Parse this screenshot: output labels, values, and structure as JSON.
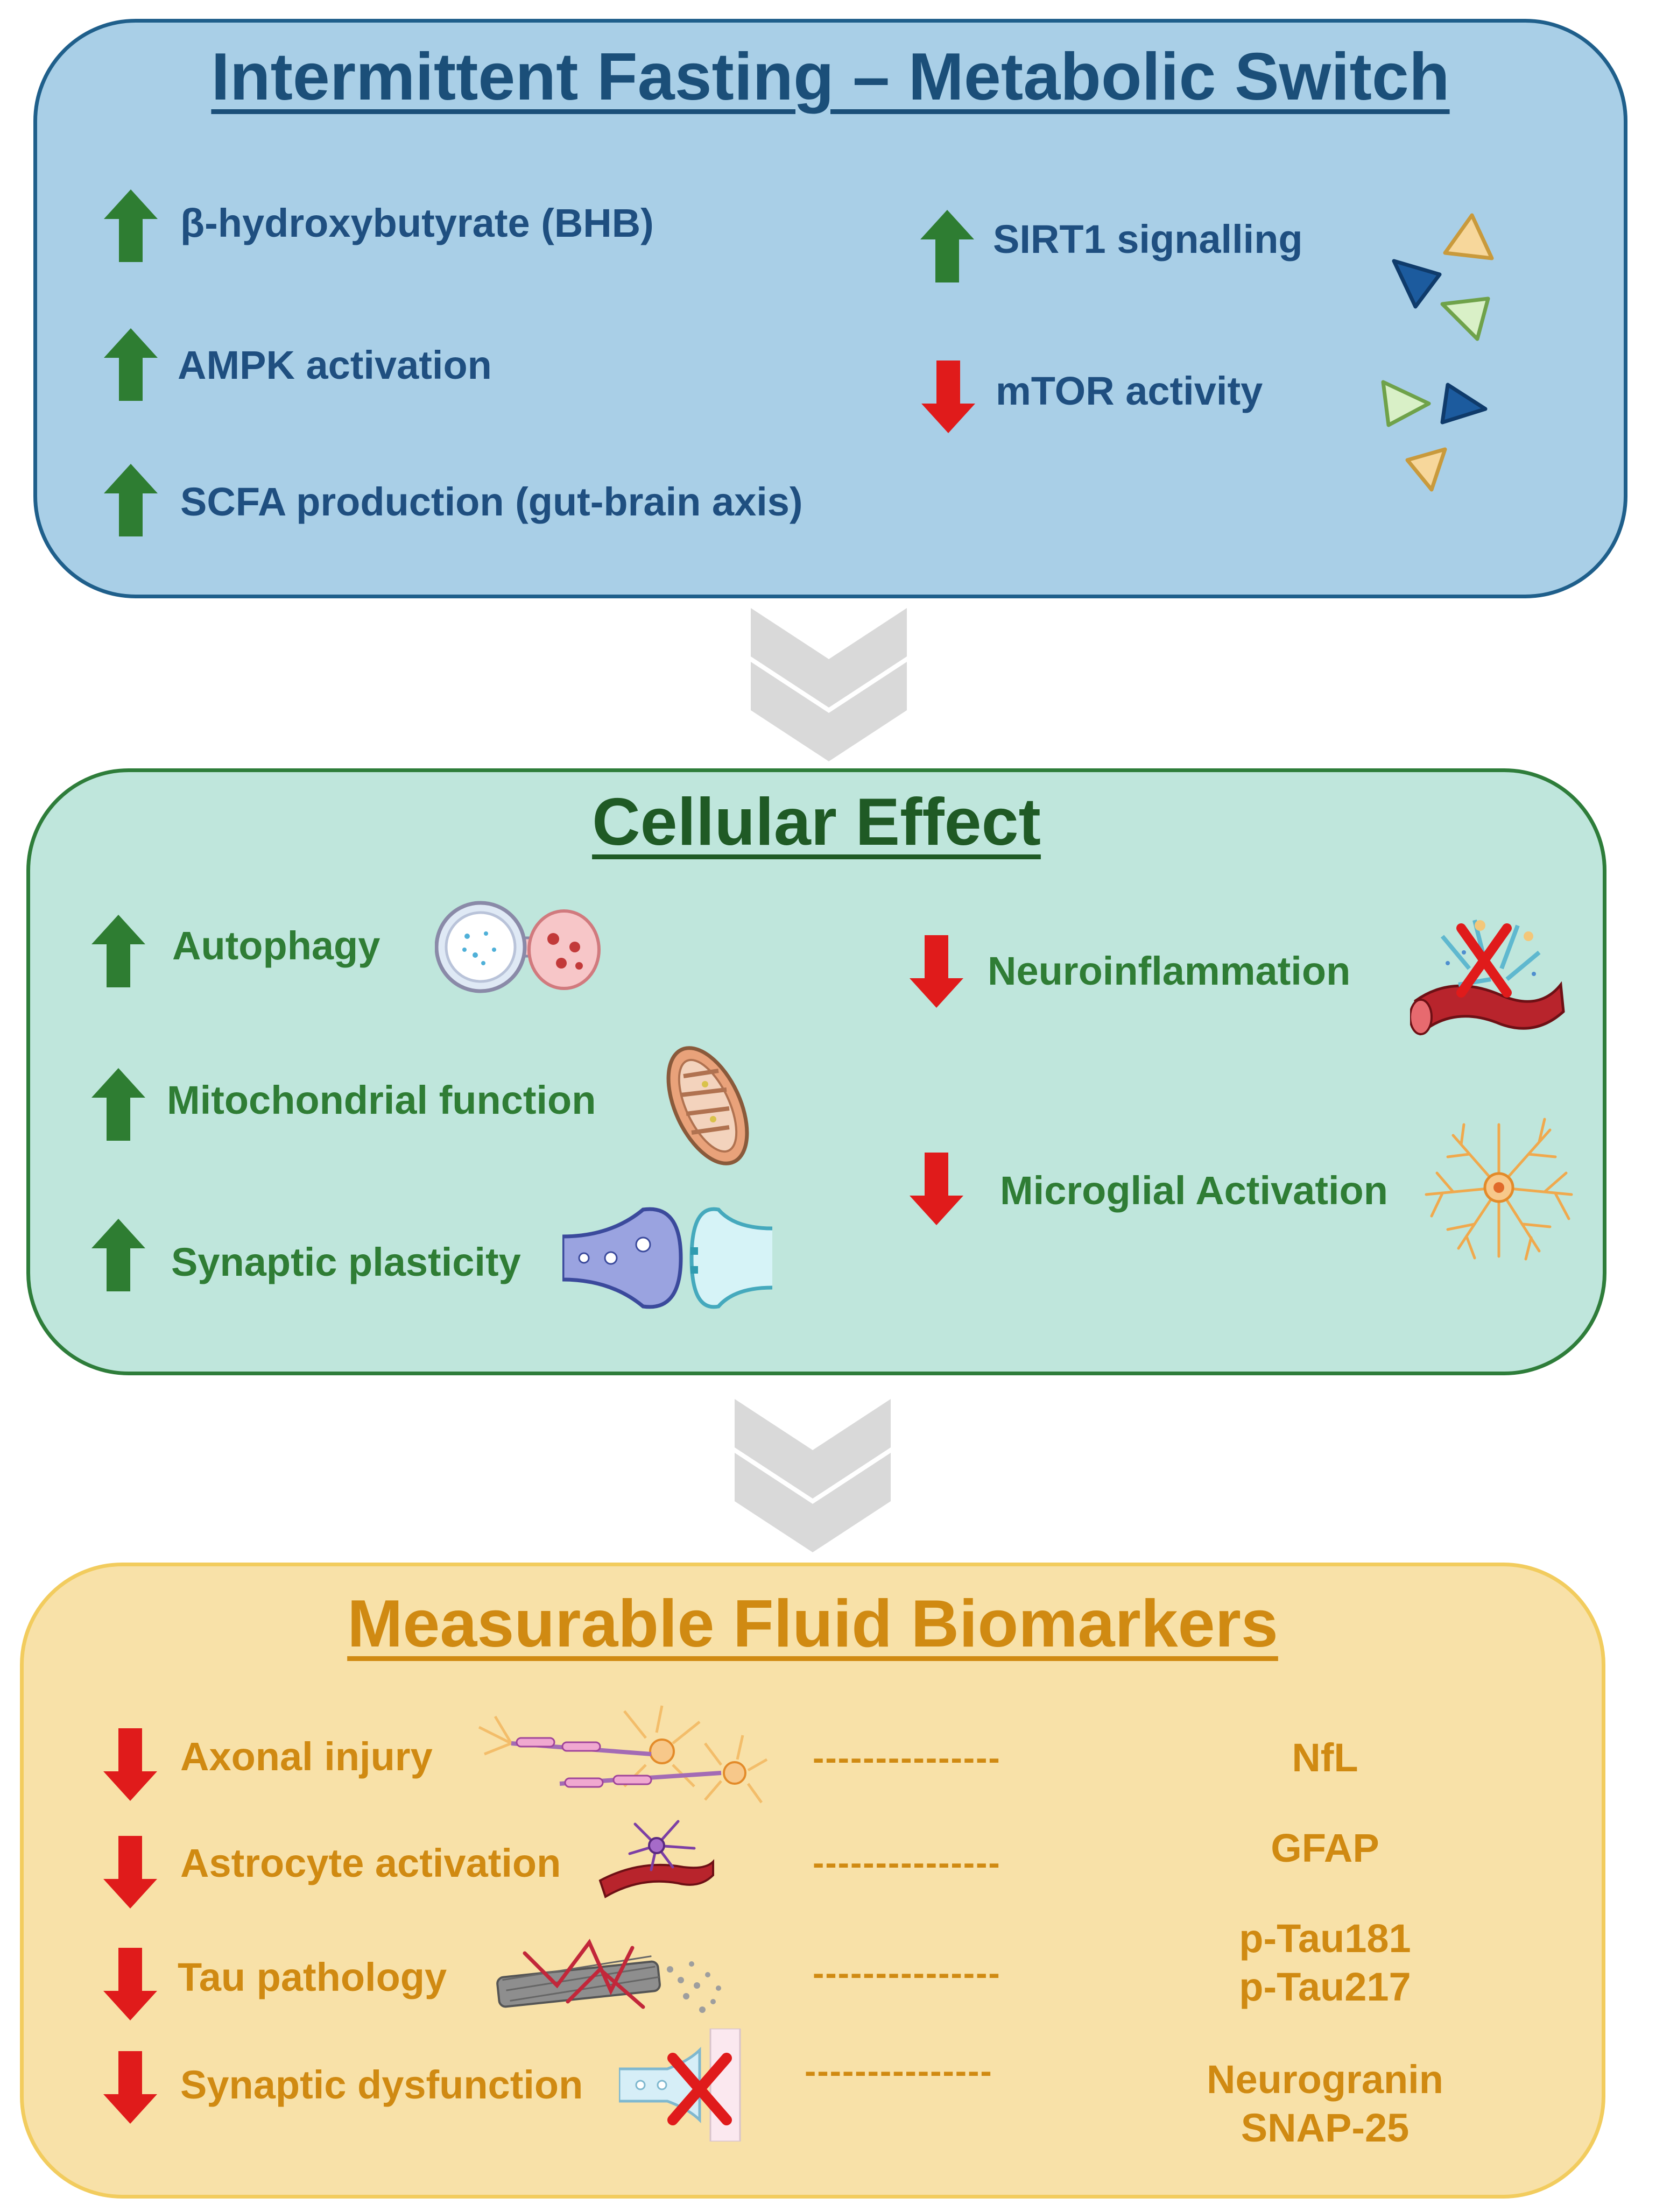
{
  "panel1": {
    "title": "Intermittent Fasting – Metabolic Switch",
    "items": [
      {
        "label": "β-hydroxybutyrate (BHB)",
        "direction": "up"
      },
      {
        "label": "AMPK activation",
        "direction": "up"
      },
      {
        "label": "SCFA production (gut-brain axis)",
        "direction": "up"
      },
      {
        "label": "SIRT1 signalling",
        "direction": "up"
      },
      {
        "label": "mTOR activity",
        "direction": "down"
      }
    ]
  },
  "panel2": {
    "title": "Cellular Effect",
    "items": [
      {
        "label": "Autophagy",
        "direction": "up"
      },
      {
        "label": "Mitochondrial function",
        "direction": "up"
      },
      {
        "label": "Synaptic plasticity",
        "direction": "up"
      },
      {
        "label": "Neuroinflammation",
        "direction": "down"
      },
      {
        "label": "Microglial Activation",
        "direction": "down"
      }
    ]
  },
  "panel3": {
    "title": "Measurable Fluid Biomarkers",
    "dash": "---------------",
    "items": [
      {
        "label": "Axonal injury",
        "direction": "down",
        "biomarker": "NfL"
      },
      {
        "label": "Astrocyte activation",
        "direction": "down",
        "biomarker": "GFAP"
      },
      {
        "label": "Tau pathology",
        "direction": "down",
        "biomarker_1": "p-Tau181",
        "biomarker_2": "p-Tau217"
      },
      {
        "label": "Synaptic dysfunction",
        "direction": "down",
        "biomarker_1": "Neurogranin",
        "biomarker_2": "SNAP-25"
      }
    ]
  },
  "colors": {
    "up_arrow": "#2e7d32",
    "down_arrow": "#e01b1b",
    "panel1_bg": "#a9cfe7",
    "panel2_bg": "#bfe6dc",
    "panel3_bg": "#f8e1a8",
    "chevron": "#d9d9d9"
  },
  "icons": {
    "panel1_triangles": "receptor-triangles-icon",
    "autophagy": "autophagosome-lysosome-icon",
    "mitochondria": "mitochondrion-icon",
    "synapse": "synapse-icon",
    "neuroinflammation": "blocked-vessel-inflammation-icon",
    "microglia": "microglia-cell-icon",
    "axon": "neuron-axon-icon",
    "astrocyte": "astrocyte-vessel-icon",
    "tau": "tau-tangle-icon",
    "synaptic_dysfunction": "blocked-synapse-icon"
  }
}
